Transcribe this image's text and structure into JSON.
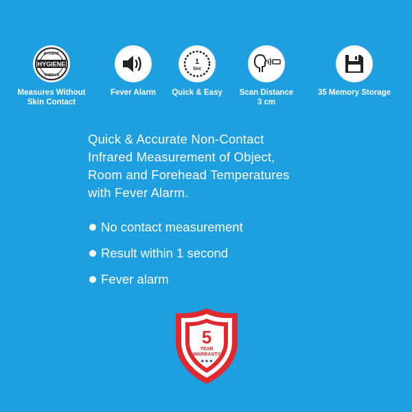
{
  "features": [
    {
      "icon": "hygiene-badge-icon",
      "label_line1": "Measures Without",
      "label_line2": "Skin Contact",
      "badge_top": "HYGIENE",
      "badge_main": "HYGIENE",
      "badge_bottom": "HYGIENE"
    },
    {
      "icon": "speaker-icon",
      "label_line1": "Fever Alarm",
      "label_line2": ""
    },
    {
      "icon": "one-sec-icon",
      "label_line1": "Quick & Easy",
      "label_line2": "",
      "icon_num": "1",
      "icon_unit": "Sec"
    },
    {
      "icon": "scan-distance-icon",
      "label_line1": "Scan Distance",
      "label_line2": "3 cm"
    },
    {
      "icon": "floppy-disk-icon",
      "label_line1": "35 Memory Storage",
      "label_line2": ""
    }
  ],
  "headline": {
    "line1": "Quick & Accurate Non-Contact",
    "line2": "Infrared Measurement of Object,",
    "line3": "Room and Forehead Temperatures",
    "line4": "with Fever Alarm."
  },
  "bullets": [
    "No contact measurement",
    "Result within 1 second",
    "Fever alarm"
  ],
  "warranty": {
    "number": "5",
    "line1": "YEAR",
    "line2": "WARRANTY",
    "stars": "★★★",
    "icon": "shield-badge-icon"
  },
  "colors": {
    "background": "#1e9fe0",
    "shield_red": "#e0282f",
    "icon_dark": "#222222",
    "star_blue": "#1f3a8a"
  }
}
